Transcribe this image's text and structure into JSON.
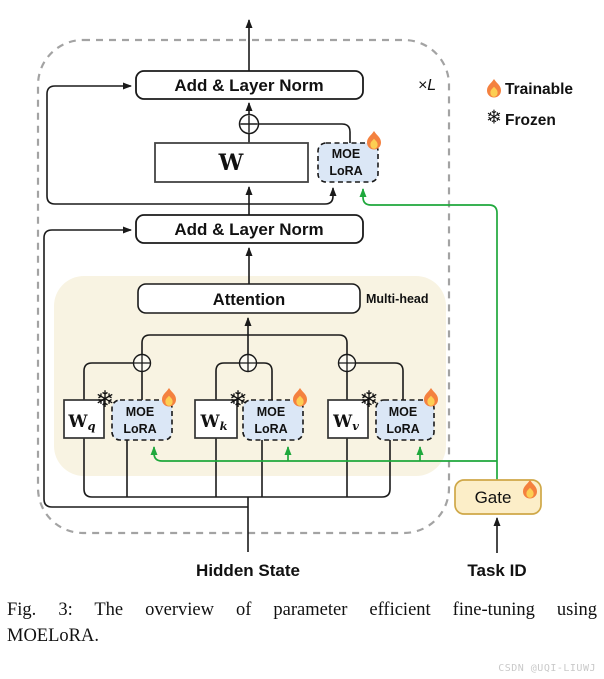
{
  "legend": {
    "trainable": "Trainable",
    "frozen": "Frozen"
  },
  "layer_repeat": "×L",
  "blocks": {
    "add_norm_top": "Add & Layer Norm",
    "add_norm_mid": "Add & Layer Norm",
    "w": "W",
    "attention": "Attention",
    "multi_head": "Multi-head",
    "moe": {
      "line1": "MOE",
      "line2": "LoRA"
    },
    "wq": {
      "base": "W",
      "sub": "q"
    },
    "wk": {
      "base": "W",
      "sub": "k"
    },
    "wv": {
      "base": "W",
      "sub": "v"
    },
    "gate": "Gate"
  },
  "icons": {
    "snowflake": "❄",
    "plus": "+"
  },
  "inputs": {
    "hidden_state": "Hidden State",
    "task_id": "Task ID"
  },
  "caption": {
    "line1": "Fig. 3: The overview of parameter efficient fine-tuning using",
    "line2": "MOELoRA."
  },
  "watermark": "CSDN @UQI-LIUWJ",
  "colors": {
    "lora_fill": "#dbe7f6",
    "beige_fill": "#f8f3e2",
    "gate_fill": "#fceec8",
    "gate_border": "#cfa848",
    "green": "#1fa83c",
    "line": "#1a1a1a",
    "dashed_border": "#a3a3a3",
    "snowflake_blue": "#4d96e8",
    "flame_orange": "#f4813f",
    "flame_yellow": "#fcce53"
  }
}
